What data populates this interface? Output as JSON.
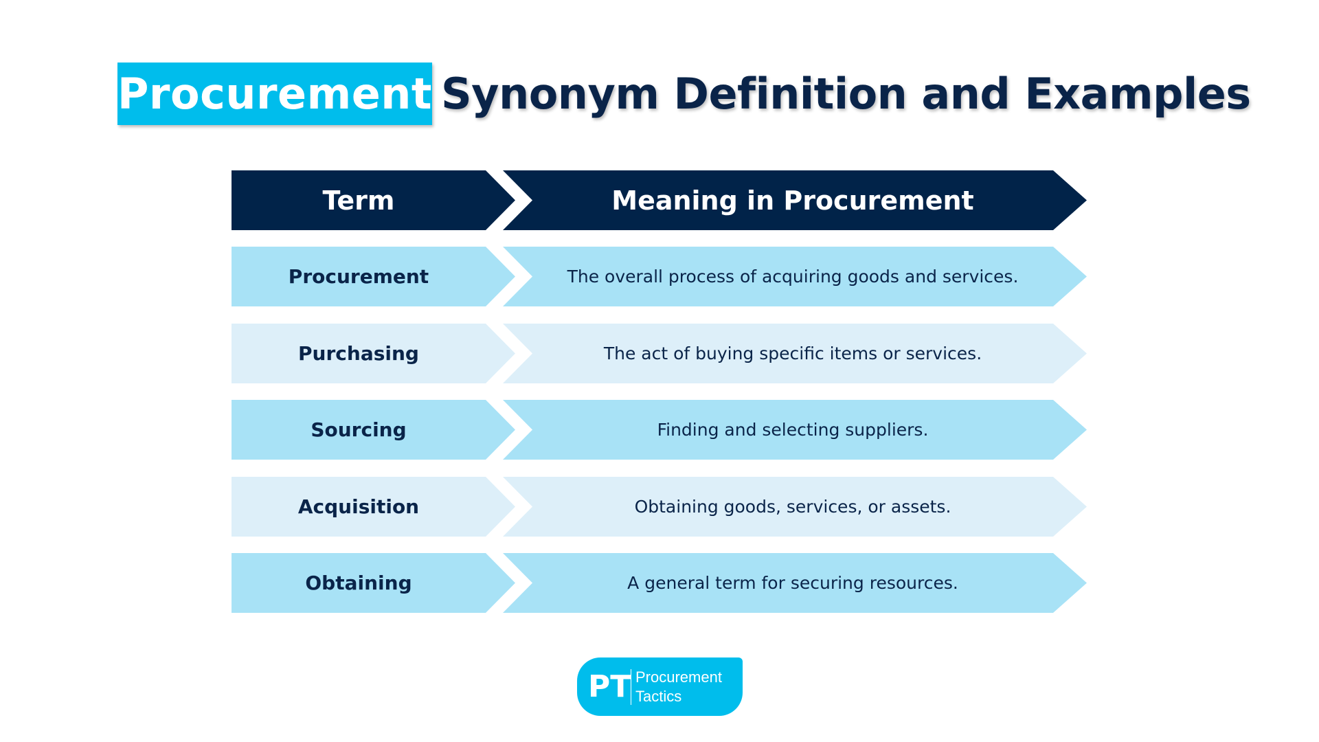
{
  "title": {
    "highlight": "Procurement",
    "rest": "Synonym Definition and Examples"
  },
  "table": {
    "headers": [
      "Term",
      "Meaning in Procurement"
    ],
    "rows": [
      {
        "term": "Procurement",
        "meaning": "The overall process of acquiring goods and services."
      },
      {
        "term": "Purchasing",
        "meaning": "The act of buying specific items or services."
      },
      {
        "term": "Sourcing",
        "meaning": "Finding and selecting suppliers."
      },
      {
        "term": "Acquisition",
        "meaning": "Obtaining goods, services, or assets."
      },
      {
        "term": "Obtaining",
        "meaning": "A general term for securing resources."
      }
    ]
  },
  "logo": {
    "mark": "PT",
    "line1": "Procurement",
    "line2": "Tactics"
  },
  "colors": {
    "navy": "#012349",
    "cyan": "#00bdec",
    "row_dark": "#a8e2f6",
    "row_light": "#ddeff9"
  }
}
